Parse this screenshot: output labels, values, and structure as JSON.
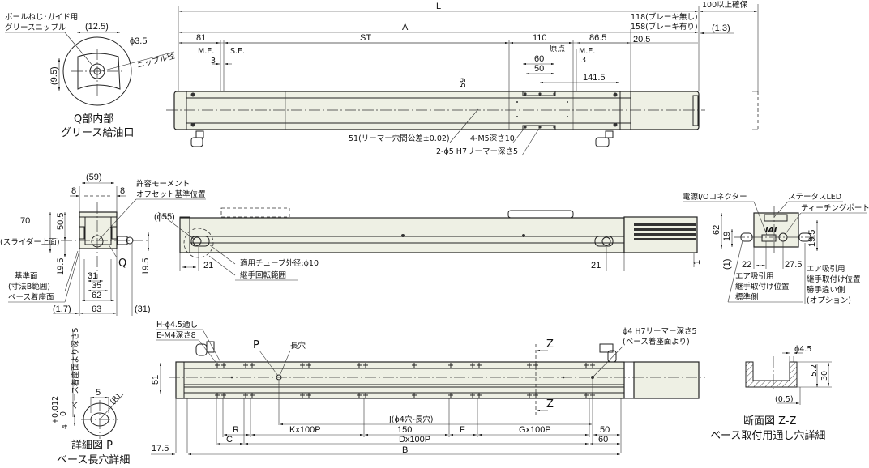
{
  "colors": {
    "body_fill": "#eef0e4",
    "line": "#222222"
  },
  "top_view": {
    "L": "L",
    "A": "A",
    "d81": "81",
    "ST": "ST",
    "d110": "110",
    "d86_5": "86.5",
    "d20_5": "20.5",
    "brake_none": "118(ブレーキ無し)",
    "brake_with": "158(ブレーキ有り)",
    "clearance": "100以上確保",
    "d1_3": "(1.3)",
    "me_left": "M.E.",
    "se": "S.E.",
    "d3_left": "3",
    "origin": "原点",
    "me_right": "M.E.",
    "d3_right": "3",
    "d60": "60",
    "d50": "50",
    "d141_5": "141.5",
    "d59": "59",
    "note_51": "51(リーマー穴間公差±0.02)",
    "note_m5": "4-M5深さ10",
    "note_phi5": "2-ϕ5 H7リーマー深さ5"
  },
  "detail_q": {
    "nipple_label_1": "ボールねじ･ガイド用",
    "nipple_label_2": "グリースニップル",
    "d12_5": "(12.5)",
    "d9_5": "(9.5)",
    "phi3_5": "ϕ3.5",
    "nipple_dia": "ニップル径",
    "caption_1": "Q部内部",
    "caption_2": "グリース給油口"
  },
  "end_view_left": {
    "d59": "(59)",
    "d8_left": "8",
    "d8_right": "8",
    "moment_1": "許容モーメント",
    "moment_2": "オフセット基準位置",
    "d70": "70",
    "slider_top": "(スライダー上面)",
    "d50_5": "50.5",
    "d19_5_left": "19.5",
    "d19_5_right": "19.5",
    "q": "Q",
    "ref_1": "基準面",
    "ref_2": "(寸法B範囲)",
    "base_seat": "ベース着座面",
    "d31": "31",
    "d35": "35",
    "d62": "62",
    "d63": "63",
    "d1_7": "(1.7)",
    "d31p": "(31)"
  },
  "side_view": {
    "phi55": "(ϕ55)",
    "d21_left": "21",
    "d21_right": "21",
    "d1": "1",
    "tube": "適用チューブ外径:ϕ10",
    "joint_rot": "継手回転範囲"
  },
  "end_view_right": {
    "power_io": "電源I/Oコネクター",
    "status_led": "ステータスLED",
    "teach_port": "ティーチングポート",
    "logo": "IAI",
    "d62": "62",
    "d19": "19",
    "d19_5": "19.5",
    "d1p": "(1)",
    "d22": "22",
    "d27_5": "27.5",
    "std_1": "エア吸引用",
    "std_2": "継手取付け位置",
    "std_3": "標準側",
    "opt_1": "エア吸引用",
    "opt_2": "継手取付け位置",
    "opt_3": "勝手違い側",
    "opt_4": "(オプション)"
  },
  "bottom_view": {
    "h_hole": "H-ϕ4.5通し",
    "e_tap": "E-M4深さ8",
    "p": "P",
    "slot": "長穴",
    "phi4_1": "ϕ4 H7リーマー深さ5",
    "phi4_2": "(ベース着座面より)",
    "z_top": "Z",
    "z_bottom": "Z",
    "d51": "51",
    "J": "J(ϕ4穴-長穴)",
    "R": "R",
    "K": "Kx100P",
    "d150": "150",
    "F": "F",
    "G": "Gx100P",
    "d50": "50",
    "C": "C",
    "D": "Dx100P",
    "d60": "60",
    "B": "B",
    "d17_5": "17.5"
  },
  "detail_p": {
    "depth": "ベース着座面より深さ5",
    "tol": "4",
    "tol_up": "+0.012",
    "tol_low": "0",
    "d5": "5",
    "R": "(R)",
    "caption_1": "詳細図 P",
    "caption_2": "ベース長穴詳細"
  },
  "section_zz": {
    "phi4_5": "ϕ4.5",
    "d5_2": "5.2",
    "d30": "30",
    "d0_5": "(0.5)",
    "caption_1": "断面図 Z-Z",
    "caption_2": "ベース取付用通し穴詳細"
  }
}
